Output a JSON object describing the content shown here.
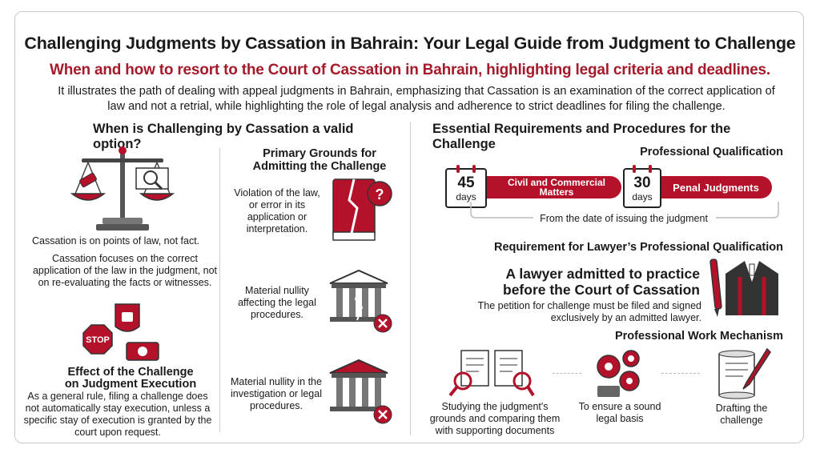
{
  "title": "Challenging Judgments by Cassation in Bahrain: Your Legal Guide from Judgment to Challenge",
  "subtitle": "When and how to resort to the Court of Cassation in Bahrain, highlighting legal criteria and deadlines.",
  "intro": "It illustrates the path of dealing with appeal judgments in Bahrain, emphasizing that Cassation is an examination of the correct application of law and not a retrial, while highlighting the role of legal analysis and adherence to strict deadlines for filing the challenge.",
  "left": {
    "heading": "When is Challenging by Cassation a valid option?",
    "law_not_fact": {
      "title": "Cassation is on points of law, not fact.",
      "text": "Cassation focuses on the correct application of the law in the judgment, not on re-evaluating the facts or witnesses."
    },
    "effect": {
      "title": "Effect of the Challenge on Judgment Execution",
      "text": "As a general rule, filing a challenge does not automatically stay execution, unless a specific stay of execution is granted by the court upon request.",
      "stop_sign": "STOP"
    },
    "grounds": {
      "heading": "Primary Grounds for Admitting the Challenge",
      "items": [
        "Violation of the law, or error in its application or interpretation.",
        "Material nullity affecting the legal procedures.",
        "Material nullity in the investigation or legal procedures."
      ]
    }
  },
  "right": {
    "heading": "Essential Requirements and Procedures for the Challenge",
    "qualification_heading": "Professional Qualification",
    "deadlines": [
      {
        "number": "45",
        "unit": "days",
        "label": "Civil and Commercial Matters"
      },
      {
        "number": "30",
        "unit": "days",
        "label": "Penal Judgments"
      }
    ],
    "deadline_note": "From the date of issuing the judgment",
    "lawyer_heading": "Requirement for Lawyer’s Professional Qualification",
    "lawyer_title": "A lawyer admitted to practice before the Court of Cassation",
    "lawyer_text": "The petition for challenge must be filed and signed exclusively by an admitted lawyer.",
    "mechanism_heading": "Professional Work Mechanism",
    "steps": [
      "Studying the judgment's grounds and comparing them with supporting documents",
      "To ensure a sound legal basis",
      "Drafting the challenge"
    ]
  },
  "colors": {
    "accent": "#b3122a",
    "text": "#1a1a1a",
    "divider": "#cfcfcf"
  }
}
